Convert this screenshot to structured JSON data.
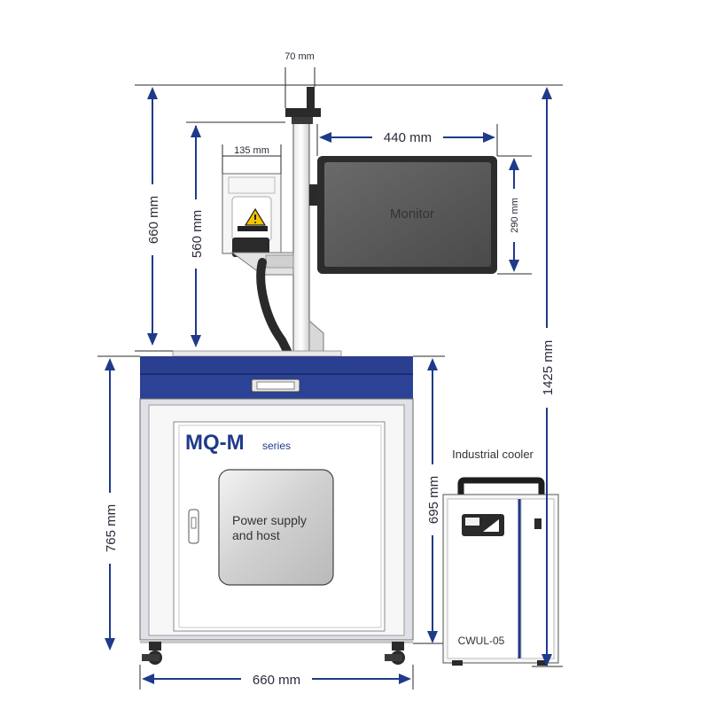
{
  "dimensions": {
    "top_width": "70 mm",
    "head_width": "135 mm",
    "monitor_width": "440 mm",
    "monitor_height": "290 mm",
    "upper_height": "660 mm",
    "head_height": "560 mm",
    "total_height": "1425 mm",
    "cabinet_height": "765 mm",
    "cooler_height": "695 mm",
    "base_width": "660 mm"
  },
  "labels": {
    "monitor": "Monitor",
    "brand": "MQ-M",
    "series": "series",
    "door_line1": "Power supply",
    "door_line2": "and host",
    "cooler_title": "Industrial cooler",
    "cooler_model": "CWUL-05"
  },
  "colors": {
    "accent": "#1f3a8a",
    "cabinet_band": "#2a3f8f",
    "frame": "#d9dbe0",
    "screen": "#555555"
  }
}
